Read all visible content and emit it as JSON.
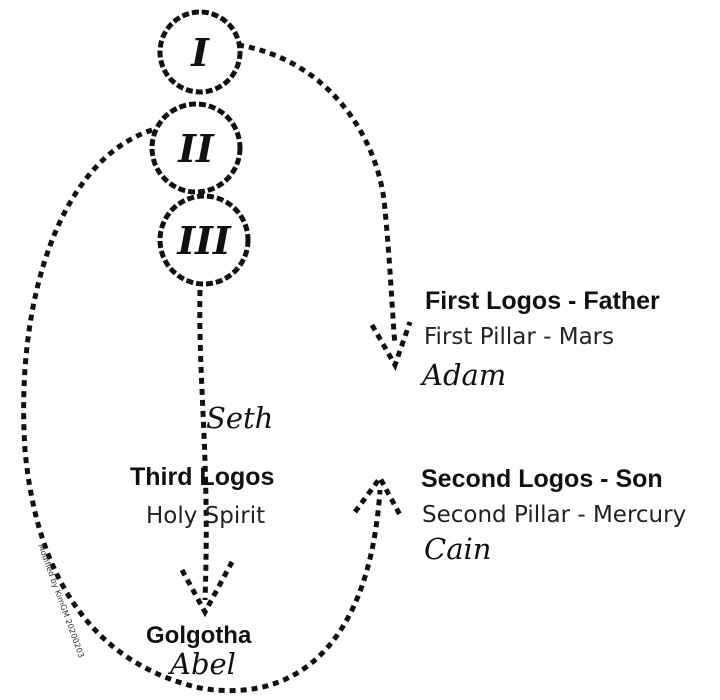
{
  "circles": [
    "I",
    "II",
    "III"
  ],
  "first_logos": {
    "title": "First Logos - Father",
    "pillar": "First Pillar - Mars",
    "figure": "Adam"
  },
  "second_logos": {
    "title": "Second Logos - Son",
    "pillar": "Second Pillar - Mercury",
    "figure": "Cain"
  },
  "third_logos": {
    "title": "Third Logos",
    "subtitle": "Holy Spirit",
    "figure": "Seth"
  },
  "golgotha": {
    "title": "Golgotha",
    "figure": "Abel"
  },
  "watermark": "Modified by KimGM 20200203"
}
